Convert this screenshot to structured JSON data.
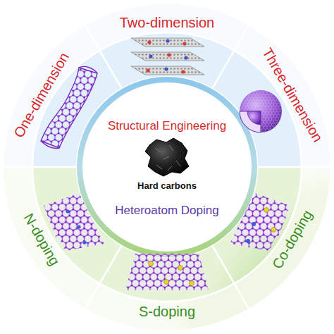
{
  "diagram": {
    "nodes": [
      {
        "text": [
          "Structural Engineering",
          "Hard carbons",
          "Heteroatom Doping"
        ]
      },
      {
        "text": [
          "One-dimension"
        ]
      },
      {
        "text": [
          "Two-dimension"
        ]
      },
      {
        "text": [
          "Three-dimension"
        ]
      },
      {
        "text": [
          "N-doping"
        ]
      },
      {
        "text": [
          "S-doping"
        ]
      },
      {
        "text": [
          "Co-doping"
        ]
      }
    ]
  }
}
